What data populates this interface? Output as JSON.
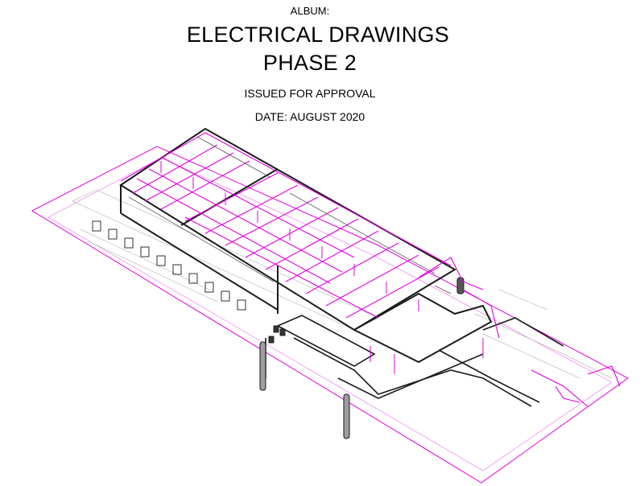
{
  "header": {
    "album_label": "ALBUM:",
    "title_line1": "ELECTRICAL DRAWINGS",
    "title_line2": "PHASE 2",
    "status": "ISSUED FOR APPROVAL",
    "date": "DATE: AUGUST 2020"
  },
  "colors": {
    "linework": "#1a1a1a",
    "conduit": "#e000e0",
    "light_linework": "#bdbdbd",
    "background": "#ffffff"
  }
}
